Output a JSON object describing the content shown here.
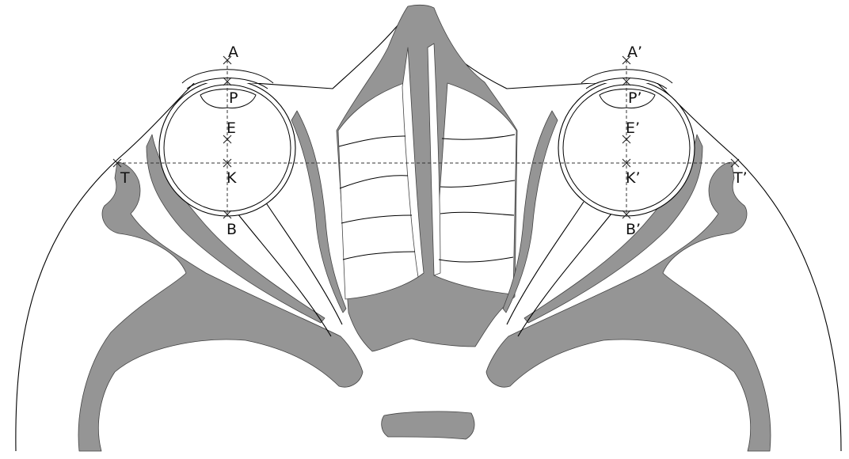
{
  "colors": {
    "bone": "#959595",
    "outline": "#000000",
    "background": "#ffffff"
  },
  "points": {
    "left": {
      "A": "A",
      "P": "P",
      "E": "E",
      "K": "K",
      "B": "B",
      "T": "T"
    },
    "right": {
      "A": "A’",
      "P": "P’",
      "E": "E’",
      "K": "K’",
      "B": "B’",
      "T": "T’"
    }
  }
}
